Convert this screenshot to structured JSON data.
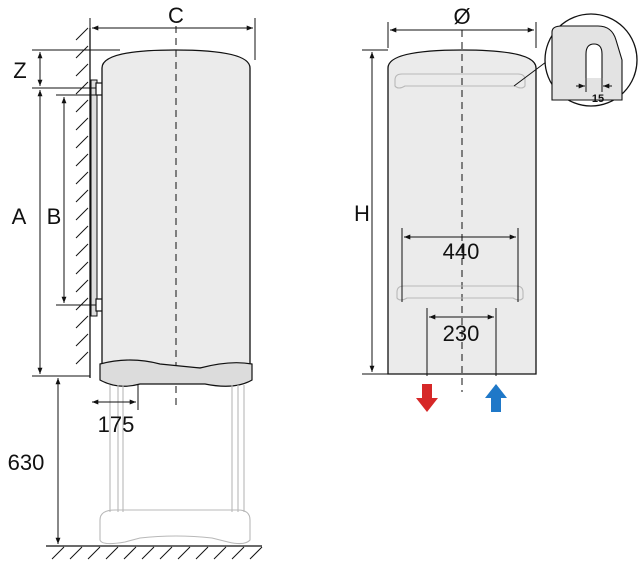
{
  "labels": {
    "c": "C",
    "z": "Z",
    "a": "A",
    "b": "B",
    "d175": "175",
    "d630": "630",
    "diameter": "Ø",
    "h": "H",
    "d440": "440",
    "d230": "230",
    "d15": "15"
  },
  "colors": {
    "hot_water_arrow": "#d62828",
    "cold_water_arrow": "#1f78c8",
    "tank_fill": "#ebebeb",
    "line": "#111111"
  }
}
